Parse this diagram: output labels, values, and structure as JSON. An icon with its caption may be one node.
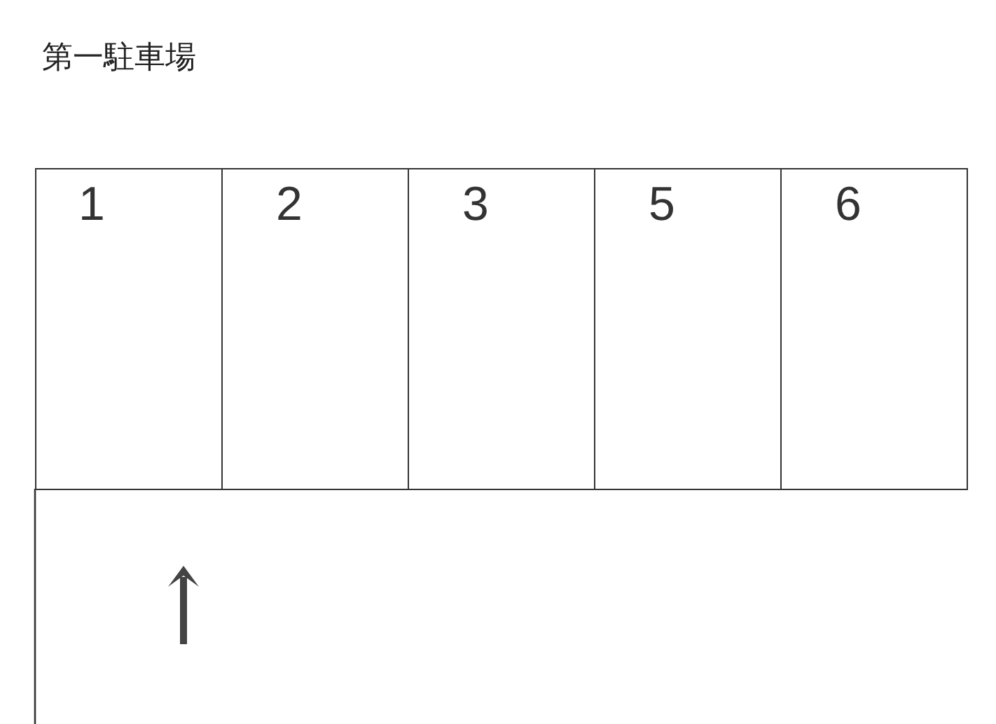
{
  "diagram": {
    "title": "第一駐車場",
    "nodes": [
      {
        "text": [
          "1"
        ]
      },
      {
        "text": [
          "2"
        ]
      },
      {
        "text": [
          "3"
        ]
      },
      {
        "text": [
          "5"
        ]
      },
      {
        "text": [
          "6"
        ]
      }
    ]
  }
}
